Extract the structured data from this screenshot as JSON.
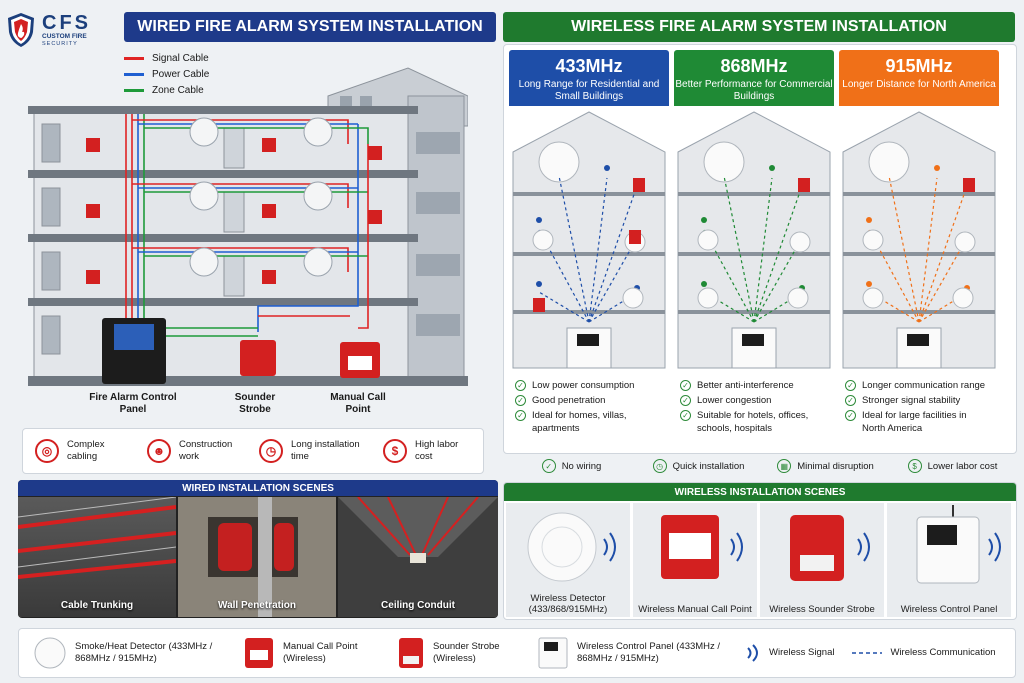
{
  "logo": {
    "main": "CFS",
    "sub": "CUSTOM FIRE",
    "sub2": "SECURITY"
  },
  "wired": {
    "title": "WIRED FIRE ALARM SYSTEM INSTALLATION",
    "legend": [
      {
        "label": "Signal Cable",
        "color": "#e02424"
      },
      {
        "label": "Power Cable",
        "color": "#1f5fd1"
      },
      {
        "label": "Zone Cable",
        "color": "#1e9a3a"
      }
    ],
    "captions": {
      "panel": "Fire Alarm Control Panel",
      "sounder": "Sounder Strobe",
      "mcp": "Manual Call Point"
    },
    "issues": [
      {
        "label": "Complex cabling",
        "icon": "cable-icon"
      },
      {
        "label": "Construction work",
        "icon": "worker-icon"
      },
      {
        "label": "Long installation time",
        "icon": "clock-icon"
      },
      {
        "label": "High labor cost",
        "icon": "dollar-icon"
      }
    ],
    "scenes_title": "WIRED INSTALLATION SCENES",
    "scenes": [
      "Cable Trunking",
      "Wall Penetration",
      "Ceiling Conduit"
    ]
  },
  "wireless": {
    "title": "WIRELESS FIRE ALARM SYSTEM INSTALLATION",
    "bands": [
      {
        "mhz": "433MHz",
        "desc": "Long Range for Residential and Small Buildings",
        "color": "#1e4ea8",
        "features": [
          "Low power consumption",
          "Good penetration",
          "Ideal for homes, villas, apartments"
        ]
      },
      {
        "mhz": "868MHz",
        "desc": "Better Performance for Commercial Buildings",
        "color": "#1f8a35",
        "features": [
          "Better anti-interference",
          "Lower congestion",
          "Suitable for hotels, offices, schools, hospitals"
        ]
      },
      {
        "mhz": "915MHz",
        "desc": "Longer Distance for North America",
        "color": "#f07018",
        "features": [
          "Longer communication range",
          "Stronger signal stability",
          "Ideal for large facilities in North America"
        ]
      }
    ],
    "benefits": [
      {
        "label": "No wiring",
        "icon": "check-icon"
      },
      {
        "label": "Quick installation",
        "icon": "clock-icon"
      },
      {
        "label": "Minimal disruption",
        "icon": "building-icon"
      },
      {
        "label": "Lower labor cost",
        "icon": "dollar-icon"
      }
    ],
    "scenes_title": "WIRELESS INSTALLATION SCENES",
    "scenes": [
      "Wireless Detector (433/868/915MHz)",
      "Wireless Manual Call Point",
      "Wireless Sounder Strobe",
      "Wireless Control Panel"
    ]
  },
  "bottom_legend": [
    {
      "label": "Smoke/Heat Detector (433MHz / 868MHz / 915MHz)",
      "icon": "smoke-detector-icon"
    },
    {
      "label": "Manual Call Point (Wireless)",
      "icon": "manual-call-point-icon"
    },
    {
      "label": "Sounder Strobe (Wireless)",
      "icon": "sounder-strobe-icon"
    },
    {
      "label": "Wireless Control Panel (433MHz / 868MHz / 915MHz)",
      "icon": "control-panel-icon"
    },
    {
      "label": "Wireless Signal",
      "icon": "wireless-signal-icon"
    },
    {
      "label": "Wireless Communication",
      "icon": "dashed-line-icon"
    }
  ]
}
